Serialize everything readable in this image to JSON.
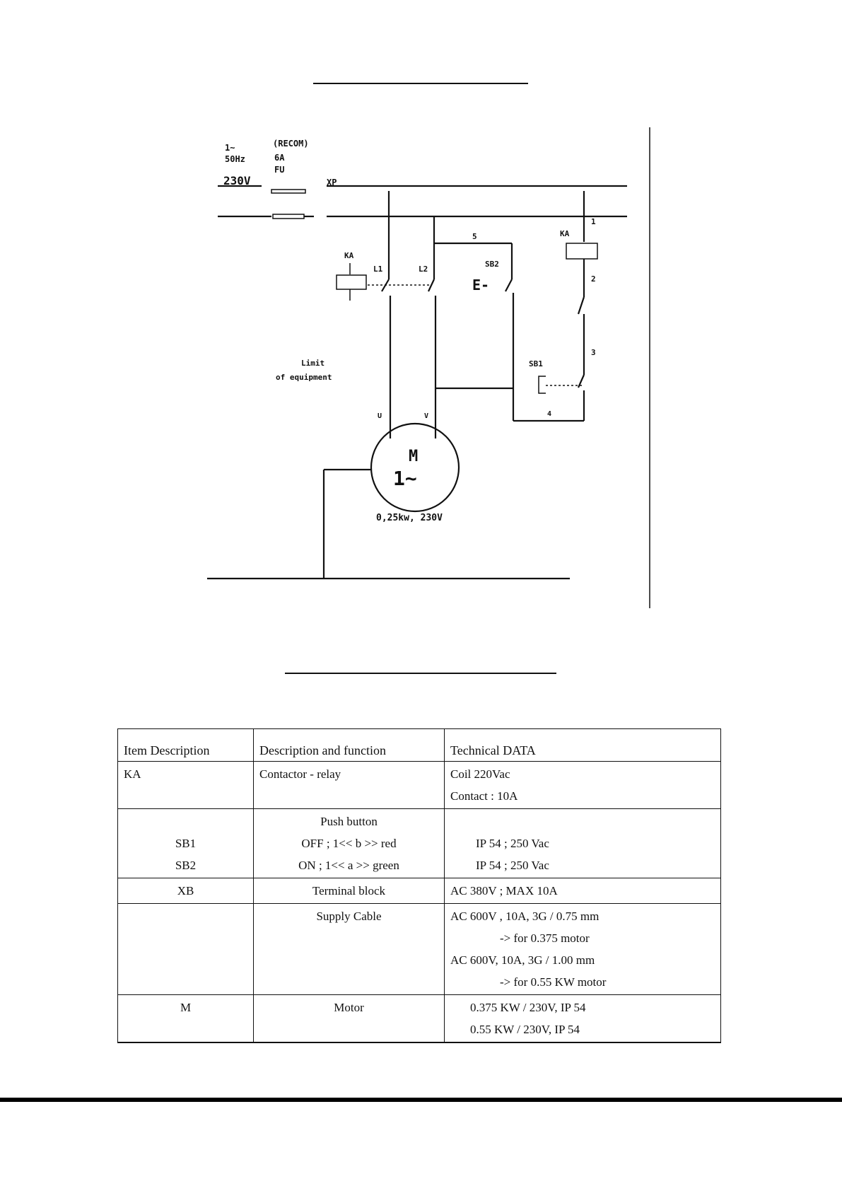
{
  "diagram": {
    "supply": {
      "phase": "1~",
      "freq": "50Hz",
      "voltage": "230V"
    },
    "fuse": {
      "note": "(RECOM)",
      "rating": "6A",
      "ref": "FU"
    },
    "terminal_ref": "XP",
    "contactor_coil": "KA",
    "contactor_left": "KA",
    "contacts": {
      "l1": "L1",
      "l2": "L2"
    },
    "switches": {
      "on": "SB2",
      "off": "SB1"
    },
    "nodes": {
      "n1": "1",
      "n2": "2",
      "n3": "3",
      "n4": "4",
      "n5": "5"
    },
    "motor_terms": {
      "u": "U",
      "v": "V"
    },
    "limit_label_1": "Limit",
    "limit_label_2": "of equipment",
    "motor": {
      "letter": "M",
      "phase": "1~",
      "rating": "0,25kw, 230V"
    }
  },
  "table": {
    "headers": [
      "Item Description",
      "Description and function",
      "Technical DATA"
    ],
    "ka": {
      "item": "KA",
      "desc": "Contactor - relay",
      "tech1": "Coil 220Vac",
      "tech2": "Contact : 10A"
    },
    "pb": {
      "title": "Push button",
      "sb1_item": "SB1",
      "sb1_desc": "OFF ; 1<< b >> red",
      "sb1_tech": "IP 54 ; 250 Vac",
      "sb2_item": "SB2",
      "sb2_desc": "ON ; 1<< a >> green",
      "sb2_tech": "IP 54 ; 250 Vac"
    },
    "xb": {
      "item": "XB",
      "desc": "Terminal block",
      "tech": "AC 380V ; MAX 10A"
    },
    "cable": {
      "desc": "Supply Cable",
      "tech1": "AC 600V , 10A, 3G / 0.75 mm",
      "tech2": "-> for 0.375 motor",
      "tech3": "AC 600V, 10A, 3G / 1.00 mm",
      "tech4": "-> for 0.55 KW motor"
    },
    "motor": {
      "item": "M",
      "desc": "Motor",
      "tech1": "0.375 KW / 230V, IP 54",
      "tech2": "0.55 KW / 230V, IP 54"
    }
  }
}
